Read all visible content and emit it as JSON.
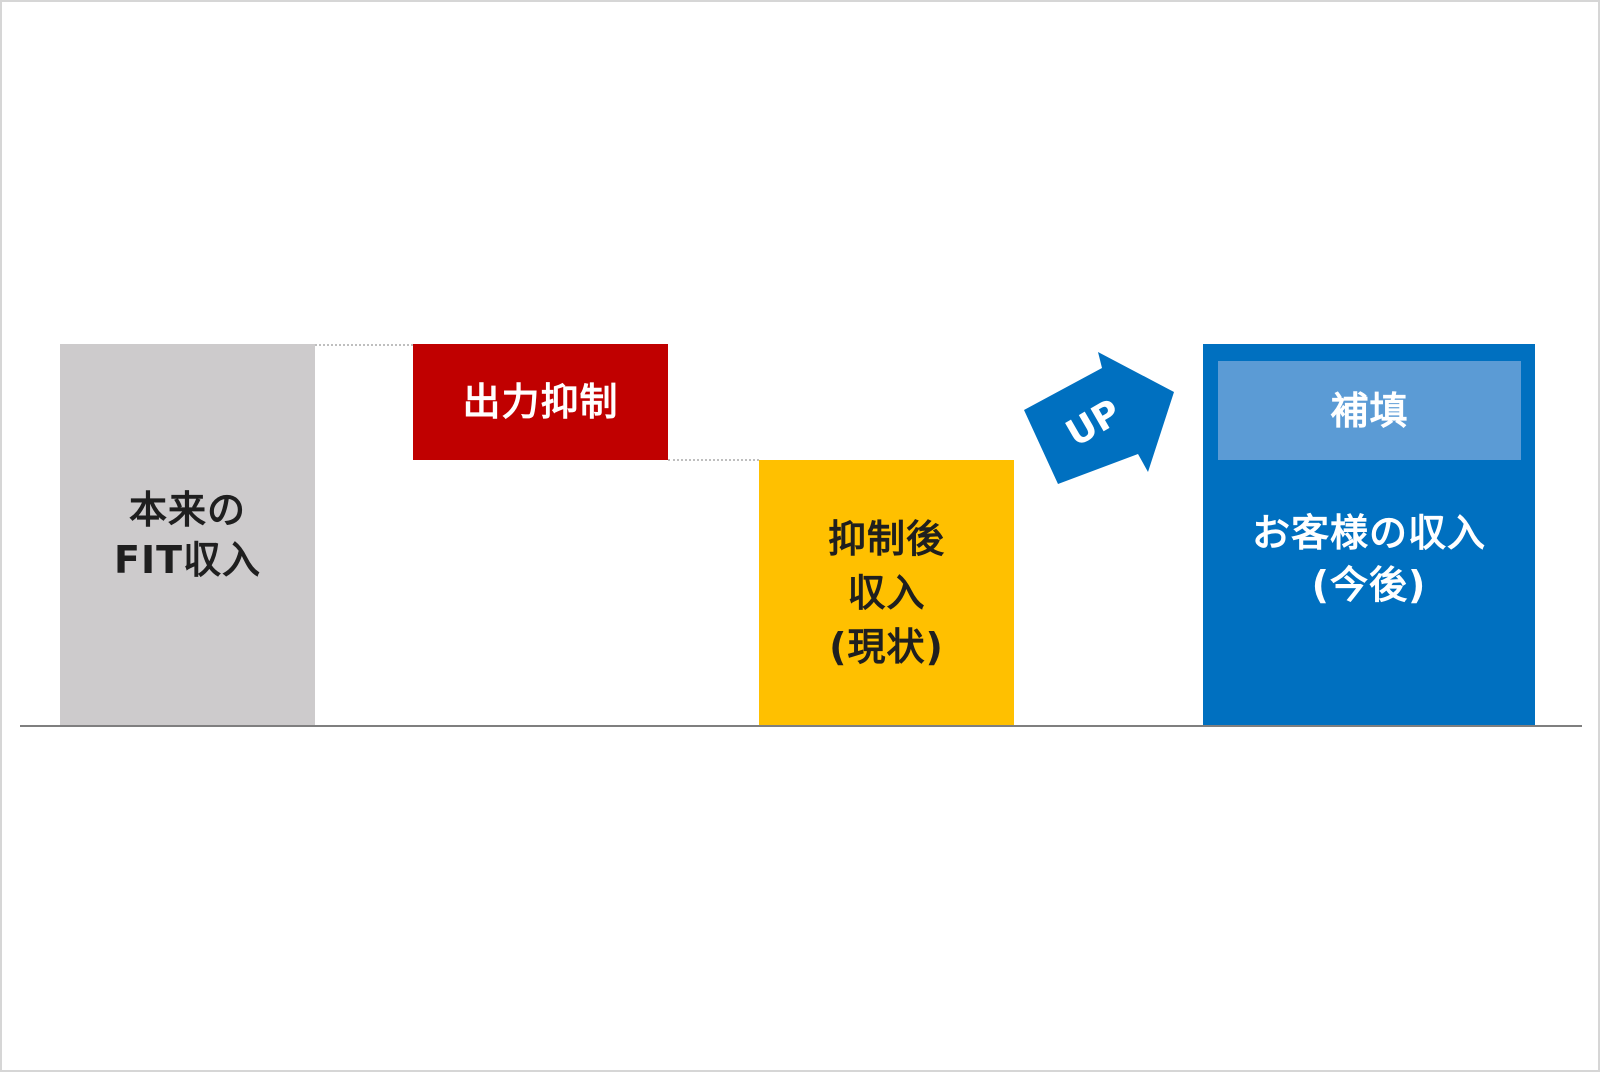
{
  "blocks": {
    "fit_income": {
      "label": "本来の\nFIT収入",
      "color": "#cdcbcc"
    },
    "output_curtailment": {
      "label": "出力抑制",
      "color": "#c00000"
    },
    "income_after_curtailment": {
      "label": "抑制後\n収入\n(現状)",
      "color": "#ffc000"
    },
    "supplement": {
      "label": "補填",
      "color": "#5b9bd5"
    },
    "customer_income": {
      "label": "お客様の収入\n(今後)",
      "color": "#0070c0"
    }
  },
  "arrow": {
    "label": "UP",
    "color": "#0070c0",
    "icon": "up-arrow-icon"
  }
}
